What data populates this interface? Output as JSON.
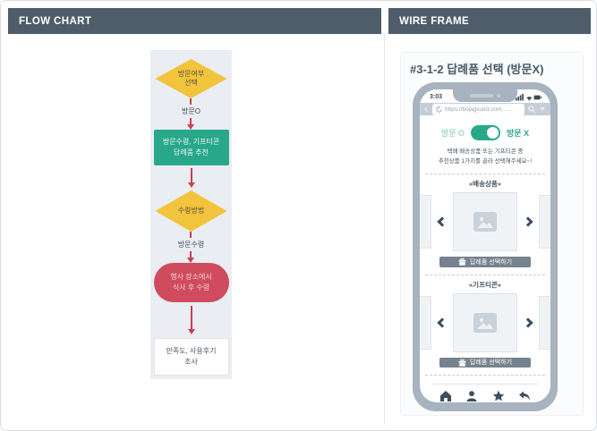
{
  "headers": {
    "left": "FLOW CHART",
    "right": "WIRE FRAME"
  },
  "flowchart": {
    "decision1": "방문여부\n선택",
    "edge1_label": "방문O",
    "process1": "방문수령, 기프티콘\n답례품 추천",
    "decision2": "수령방법",
    "edge2_label": "방문수령",
    "result1": "행사 장소에서\n식사 후 수령",
    "final": "만족도, 사용후기\n조사",
    "colors": {
      "decision": "#f2c43c",
      "process": "#29a78b",
      "result": "#d04b5e",
      "arrow": "#c83f54",
      "panel_bg": "#eaedf2"
    }
  },
  "wireframe": {
    "title": "#3-1-2 답례품 선택 (방문X)",
    "phone": {
      "status_time": "3:03",
      "url": "https://bojagicard.com......",
      "toggle_left": "방문 O",
      "toggle_right": "방문 X",
      "toggle_state": "right-on",
      "caption": "택배 배송상품 또는 기프티콘 중\n추천상품 1가지를 골라 선택해주세요~!",
      "sections": [
        {
          "header": "«배송상품»",
          "button_label": "답례품 선택하기"
        },
        {
          "header": "«기프티콘»",
          "button_label": "답례품 선택하기"
        }
      ],
      "accent_green": "#2aa88a",
      "frame_color": "#a7b3be"
    }
  }
}
